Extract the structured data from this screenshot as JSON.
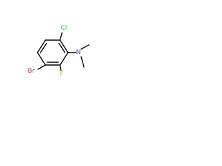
{
  "molecule": {
    "atoms": {
      "br": {
        "label": "Br",
        "color": "#A52A2A"
      },
      "f": {
        "label": "F",
        "color": "#90E050"
      },
      "cl": {
        "label": "Cl",
        "color": "#1FBF1F"
      },
      "n": {
        "label": "N",
        "color": "#3050F8"
      }
    }
  }
}
